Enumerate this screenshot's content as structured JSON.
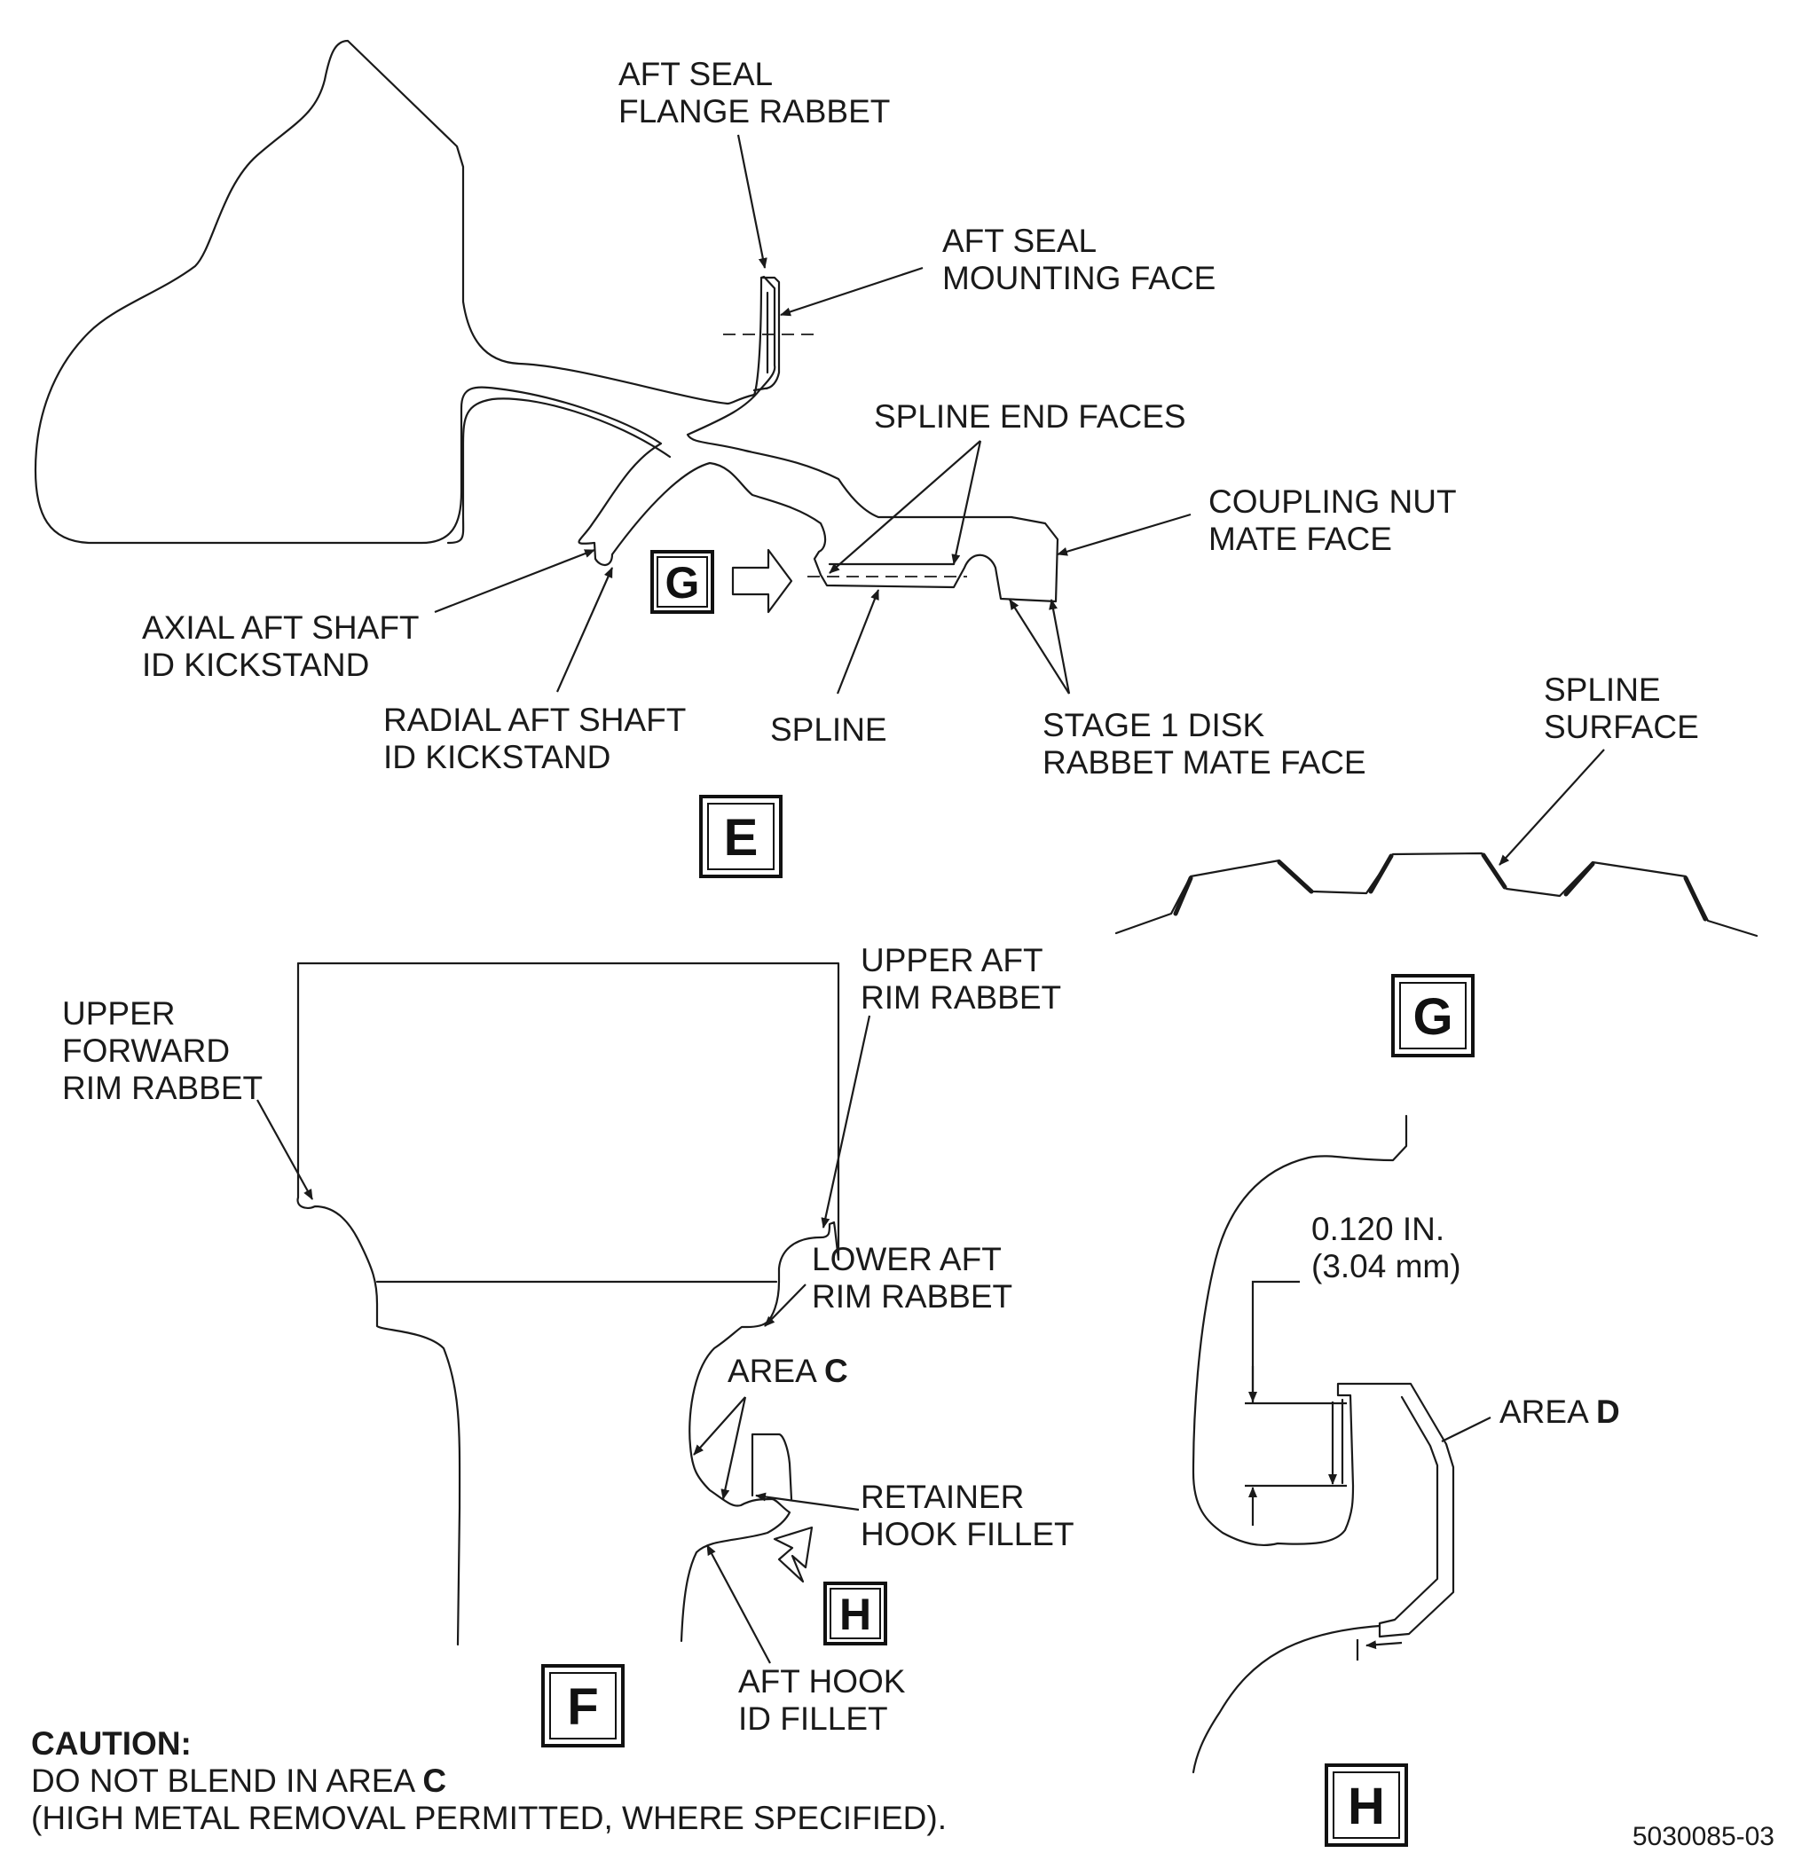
{
  "views": {
    "E": {
      "box_label": "E",
      "labels": {
        "aft_seal_flange_rabbet": [
          "AFT SEAL",
          "FLANGE RABBET"
        ],
        "aft_seal_mounting_face": [
          "AFT SEAL",
          "MOUNTING FACE"
        ],
        "spline_end_faces": [
          "SPLINE END FACES"
        ],
        "coupling_nut_mate_face": [
          "COUPLING NUT",
          "MATE FACE"
        ],
        "axial_aft_shaft_id_kickstand": [
          "AXIAL AFT SHAFT",
          "ID KICKSTAND"
        ],
        "radial_aft_shaft_id_kickstand": [
          "RADIAL AFT SHAFT",
          "ID KICKSTAND"
        ],
        "spline": [
          "SPLINE"
        ],
        "stage1_disk_rabbet_mate_face": [
          "STAGE 1 DISK",
          "RABBET MATE FACE"
        ]
      },
      "view_ref_box": "G"
    },
    "F": {
      "box_label": "F",
      "labels": {
        "upper_forward_rim_rabbet": [
          "UPPER",
          "FORWARD",
          "RIM RABBET"
        ],
        "upper_aft_rim_rabbet": [
          "UPPER AFT",
          "RIM RABBET"
        ],
        "lower_aft_rim_rabbet": [
          "LOWER AFT",
          "RIM RABBET"
        ],
        "area_c": {
          "text": "AREA ",
          "bold": "C"
        },
        "retainer_hook_fillet": [
          "RETAINER",
          "HOOK FILLET"
        ],
        "aft_hook_id_fillet": [
          "AFT HOOK",
          "ID FILLET"
        ]
      },
      "view_ref_box": "H"
    },
    "G": {
      "box_label": "G",
      "labels": {
        "spline_surface": [
          "SPLINE",
          "SURFACE"
        ]
      }
    },
    "H": {
      "box_label": "H",
      "labels": {
        "dimension": [
          "0.120 IN.",
          "(3.04 mm)"
        ],
        "area_d": {
          "text": "AREA ",
          "bold": "D"
        }
      }
    }
  },
  "caution": {
    "title": "CAUTION:",
    "line1_text": "DO NOT BLEND IN AREA ",
    "line1_bold": "C",
    "line2": "(HIGH METAL REMOVAL PERMITTED, WHERE SPECIFIED)."
  },
  "figure_number": "5030085-03"
}
